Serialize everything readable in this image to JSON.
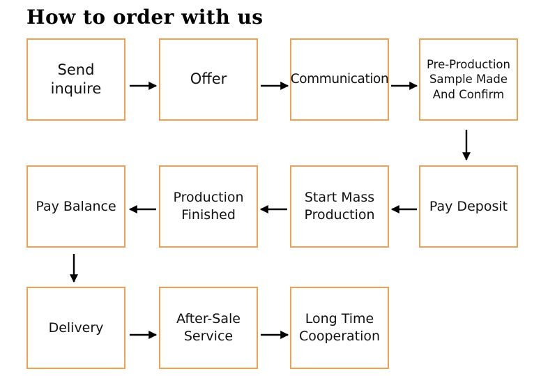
{
  "title": "How to order with us",
  "colors": {
    "box_border": "#f0a050",
    "arrow": "#000000",
    "text": "#111111"
  },
  "steps": {
    "send_inquire": "Send inquire",
    "offer": "Offer",
    "communication": "Communication",
    "pre_production": "Pre-Production\nSample Made\nAnd Confirm",
    "pay_deposit": "Pay Deposit",
    "start_mass": "Start Mass\nProduction",
    "production_finished": "Production\nFinished",
    "pay_balance": "Pay Balance",
    "delivery": "Delivery",
    "after_sale": "After-Sale\nService",
    "long_time": "Long Time\nCooperation"
  },
  "flow": [
    [
      "send_inquire",
      "offer"
    ],
    [
      "offer",
      "communication"
    ],
    [
      "communication",
      "pre_production"
    ],
    [
      "pre_production",
      "pay_deposit"
    ],
    [
      "pay_deposit",
      "start_mass"
    ],
    [
      "start_mass",
      "production_finished"
    ],
    [
      "production_finished",
      "pay_balance"
    ],
    [
      "pay_balance",
      "delivery"
    ],
    [
      "delivery",
      "after_sale"
    ],
    [
      "after_sale",
      "long_time"
    ]
  ]
}
